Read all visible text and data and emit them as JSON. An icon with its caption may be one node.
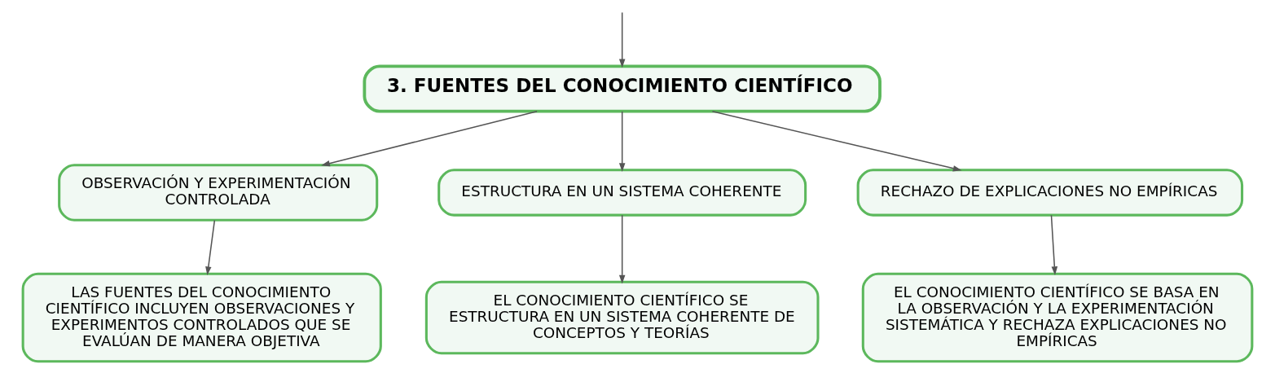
{
  "diagram": {
    "nodes": [
      {
        "text": [
          "3. FUENTES DEL CONOCIMIENTO CIENTÍFICO"
        ]
      },
      {
        "text": [
          "OBSERVACIÓN Y EXPERIMENTACIÓN CONTROLADA"
        ]
      },
      {
        "text": [
          "ESTRUCTURA EN UN SISTEMA COHERENTE"
        ]
      },
      {
        "text": [
          "RECHAZO DE EXPLICACIONES NO EMPÍRICAS"
        ]
      },
      {
        "text": [
          "LAS FUENTES DEL CONOCIMIENTO CIENTÍFICO INCLUYEN OBSERVACIONES Y EXPERIMENTOS CONTROLADOS QUE SE EVALÚAN DE MANERA OBJETIVA"
        ]
      },
      {
        "text": [
          "EL CONOCIMIENTO CIENTÍFICO SE ESTRUCTURA EN UN SISTEMA COHERENTE DE CONCEPTOS Y TEORÍAS"
        ]
      },
      {
        "text": [
          "EL CONOCIMIENTO CIENTÍFICO SE BASA EN LA OBSERVACIÓN Y LA EXPERIMENTACIÓN SISTEMÁTICA Y RECHAZA EXPLICACIONES NO EMPÍRICAS"
        ]
      }
    ],
    "edges": [
      {
        "from": null,
        "to": 0,
        "arrow": "to"
      },
      {
        "from": 0,
        "to": 1,
        "arrow": "to"
      },
      {
        "from": 0,
        "to": 2,
        "arrow": "to"
      },
      {
        "from": 0,
        "to": 3,
        "arrow": "to"
      },
      {
        "from": 1,
        "to": 4,
        "arrow": "to"
      },
      {
        "from": 2,
        "to": 5,
        "arrow": "to"
      },
      {
        "from": 3,
        "to": 6,
        "arrow": "to"
      }
    ]
  }
}
